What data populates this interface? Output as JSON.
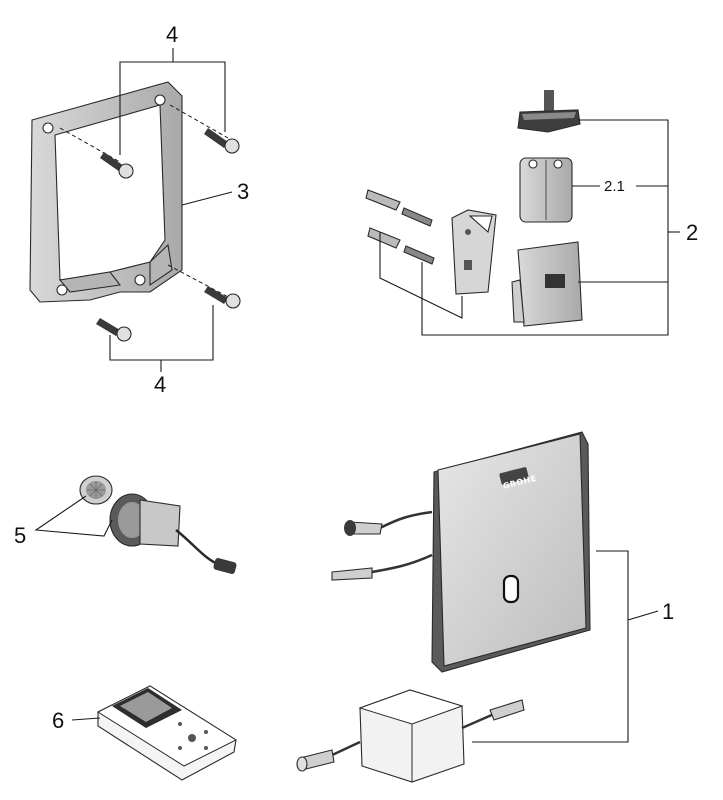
{
  "callouts": {
    "c1": "1",
    "c2": "2",
    "c2_1": "2.1",
    "c3": "3",
    "c4_top": "4",
    "c4_bottom": "4",
    "c5": "5",
    "c6": "6"
  },
  "cover_plate": {
    "logo": "GROHE"
  },
  "colors": {
    "outline": "#1a1a1a",
    "part_fill": "#cfcfcf",
    "part_dark": "#3a3a3a",
    "background": "#ffffff"
  }
}
